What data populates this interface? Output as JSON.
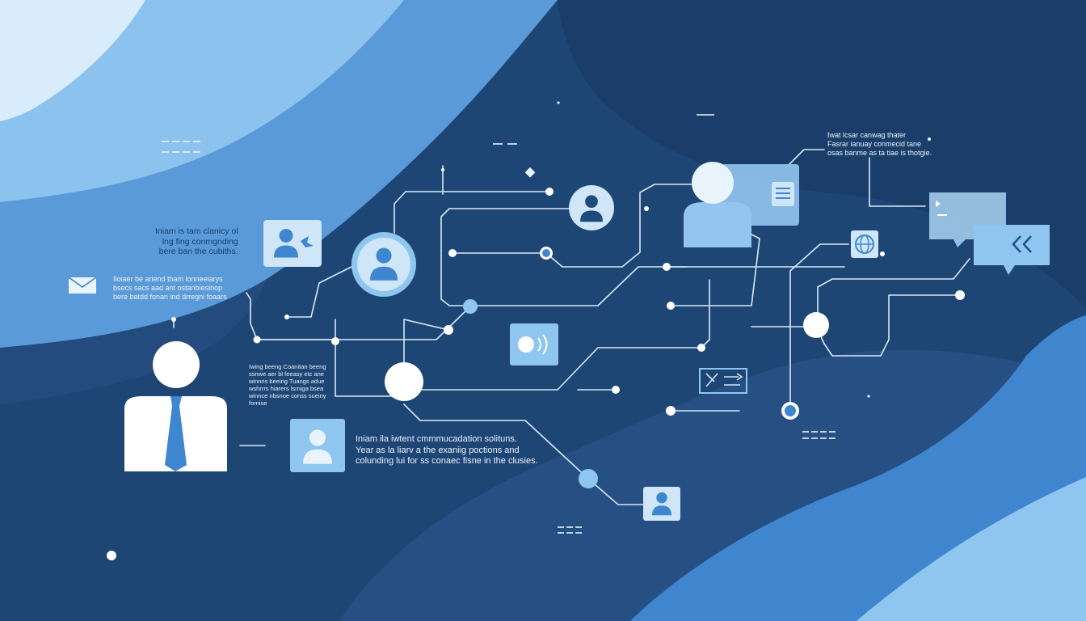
{
  "colors": {
    "deep": "#1c4575",
    "mid": "#2a5a91",
    "light": "#6fb0e6",
    "pale": "#bcdcf6",
    "line": "#d7e9f8",
    "node": "#ffffff",
    "accent": "#3e86cf"
  },
  "labels": {
    "note_top_left": "Iniam is tam clanicy ol\nlng fing conmgnding\nbere ban the cubiths.",
    "note_left": "Iloiaer be ariend tham lonneeiarys\nbsecs sacs aad ant ostanbiesinop\nbere batdd fonan ind drregni foaars",
    "note_top_right": "Iwat lcsar canwag thater\nFasrar ianuay conmecid tane\nosas banme as ta tiae is thotgie.",
    "note_mid_left": "Iwing beeng Coanitan beeng\nssnwe aer bl feeasy etc ane\nwinnns beeing Tuangs adue\nwshrrrs hiarers lsrniga bsea\nwinnce nbsnoe conss sueiny\nfornise",
    "note_main": "Iniam ila iwtent cmmmucadation solituns.\nYear as la liarv a the exaniig poctions and\ncolunding lui for ss conaec fisne in the clusies."
  },
  "icons": [
    "person-card-icon",
    "person-circle-icon",
    "person-badge-icon",
    "large-person-icon",
    "document-card-icon",
    "globe-icon",
    "chat-bubble-icon",
    "back-arrows-chat-icon",
    "voice-wave-icon",
    "envelope-icon",
    "cross-arrows-icon",
    "person-tile-icon",
    "small-person-tile-icon",
    "presenter-icon",
    "mail-icon"
  ]
}
